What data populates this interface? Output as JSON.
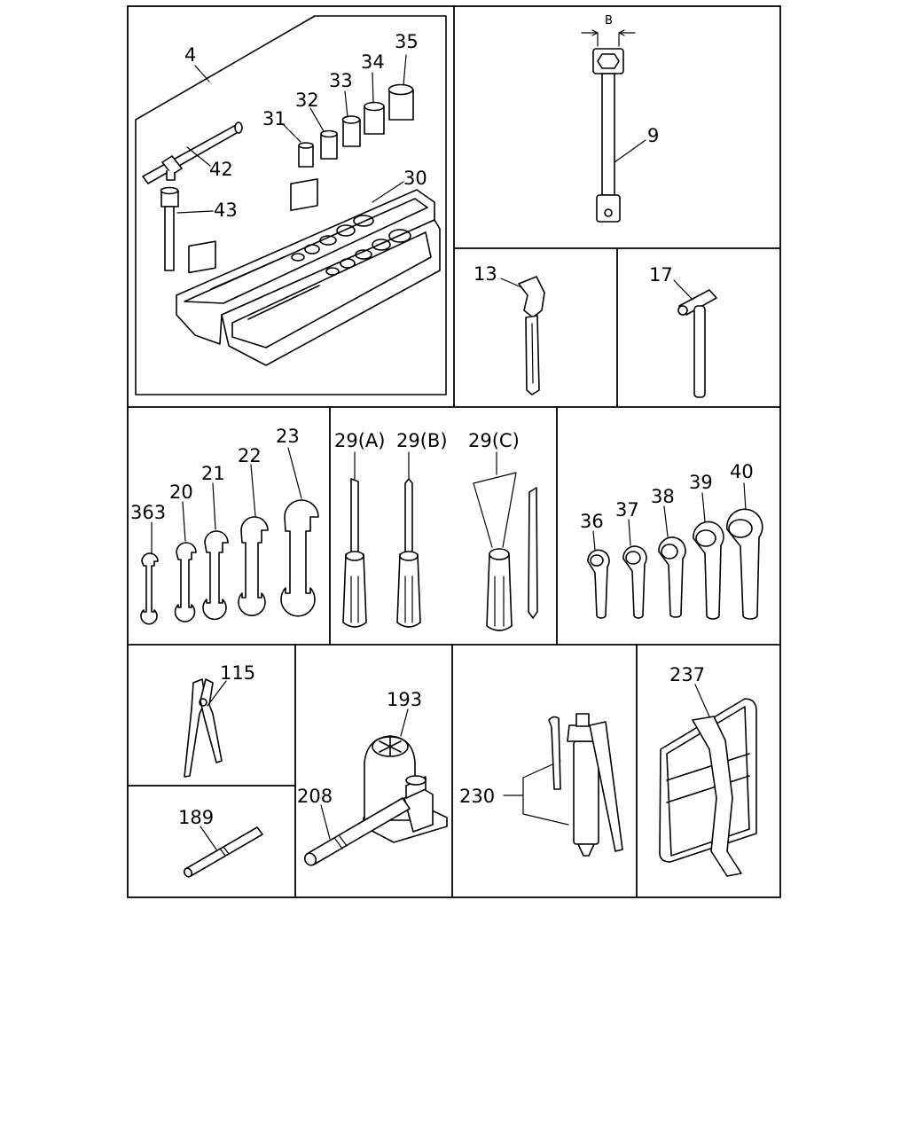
{
  "labels": {
    "p4": "4",
    "p42": "42",
    "p43": "43",
    "p31": "31",
    "p32": "32",
    "p33": "33",
    "p34": "34",
    "p35": "35",
    "p30": "30",
    "pB": "B",
    "p9": "9",
    "p13": "13",
    "p17": "17",
    "p363": "363",
    "p20": "20",
    "p21": "21",
    "p22": "22",
    "p23": "23",
    "p29a": "29(A)",
    "p29b": "29(B)",
    "p29c": "29(C)",
    "p36": "36",
    "p37": "37",
    "p38": "38",
    "p39": "39",
    "p40": "40",
    "p115": "115",
    "p189": "189",
    "p193": "193",
    "p208": "208",
    "p230": "230",
    "p237": "237"
  }
}
